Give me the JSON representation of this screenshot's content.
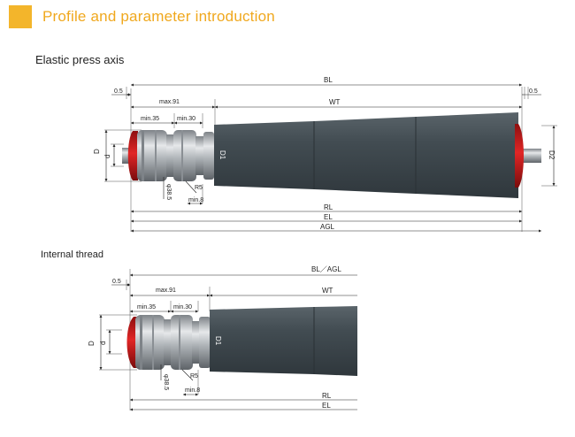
{
  "header": {
    "title": "Profile and parameter introduction",
    "accent_color": "#f3b52b"
  },
  "diagram1": {
    "label": "Elastic press axis",
    "dims": {
      "left_gap": "0.5",
      "right_gap": "0.5",
      "bl": "BL",
      "wt": "WT",
      "max91": "max.91",
      "min35": "min.35",
      "min30": "min.30",
      "d": "D",
      "d_small": "d",
      "d1": "D1",
      "d2": "D2",
      "phi385": "φ38.5",
      "r5": "R5",
      "min8": "min.8",
      "rl": "RL",
      "el": "EL",
      "agl": "AGL"
    }
  },
  "diagram2": {
    "label": "Internal thread",
    "dims": {
      "left_gap": "0.5",
      "blagl": "BL／AGL",
      "wt": "WT",
      "max91": "max.91",
      "min35": "min.35",
      "min30": "min.30",
      "d": "D",
      "d_small": "d",
      "d1": "D1",
      "phi385": "φ38.5",
      "r5": "R5",
      "min8": "min.8",
      "rl": "RL",
      "el": "EL"
    }
  },
  "colors": {
    "roller_body": "#3d464c",
    "end_cap": "#d41a1a",
    "steel": "#b8bcc0"
  }
}
